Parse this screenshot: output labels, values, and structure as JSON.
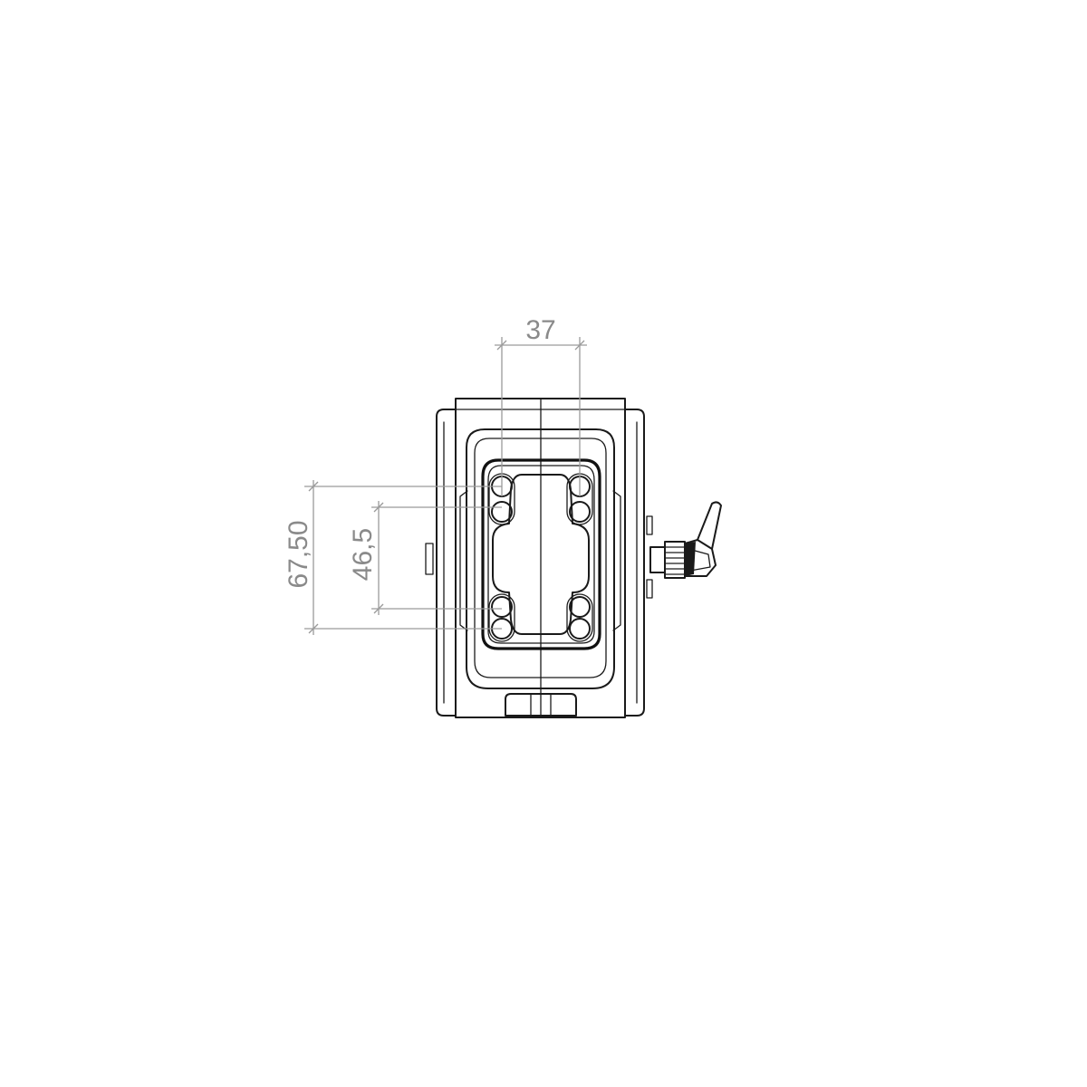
{
  "dimensions": {
    "hole_spacing_horizontal": "37",
    "hole_spacing_vertical_inner": "46,5",
    "hole_spacing_vertical_outer": "67,50"
  },
  "colors": {
    "line": "#1a1a1a",
    "dimension": "#9a9a9a",
    "dimension_text": "#8a8a8a",
    "background": "#ffffff"
  }
}
